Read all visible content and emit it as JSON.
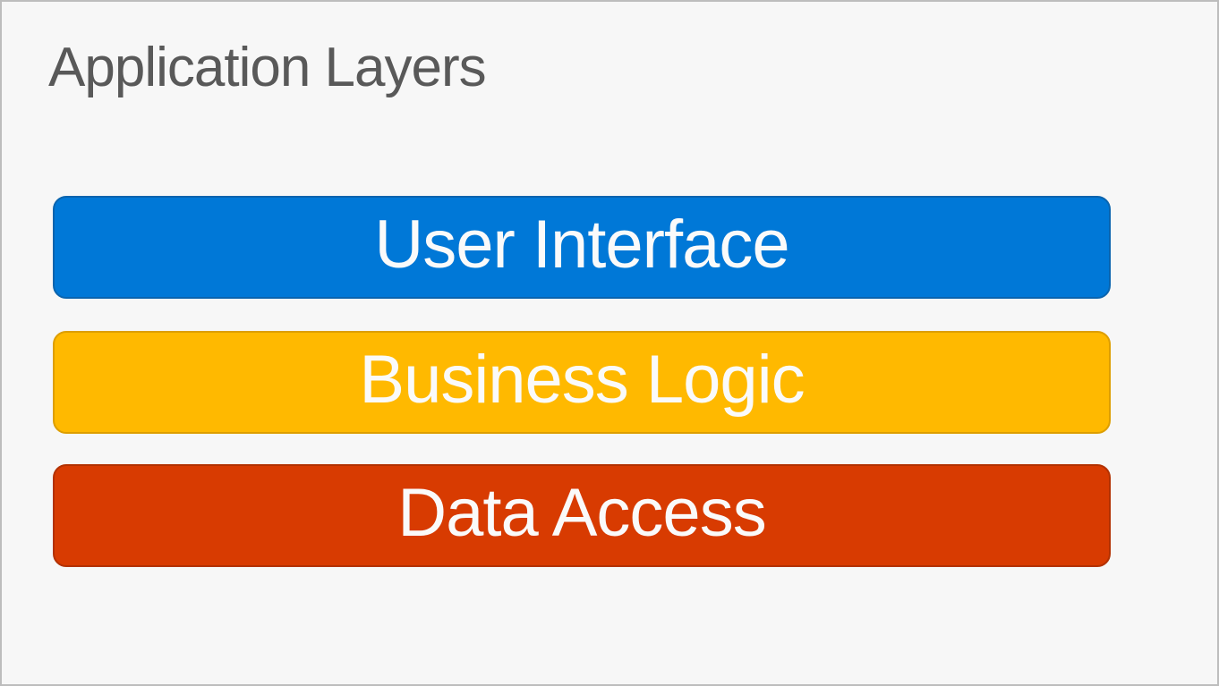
{
  "slide": {
    "title": "Application Layers",
    "title_color": "#595959",
    "background_color": "#f7f7f7",
    "frame_color": "#bdbdbd"
  },
  "layers": [
    {
      "label": "User Interface",
      "fill_color": "#0078D7",
      "stroke_color": "#0A64AE",
      "text_color": "#FAFAFA"
    },
    {
      "label": "Business Logic",
      "fill_color": "#FFB900",
      "stroke_color": "#DD9E00",
      "text_color": "#FAFAFA"
    },
    {
      "label": "Data Access",
      "fill_color": "#D83B01",
      "stroke_color": "#B23101",
      "text_color": "#FAFAFA"
    }
  ]
}
